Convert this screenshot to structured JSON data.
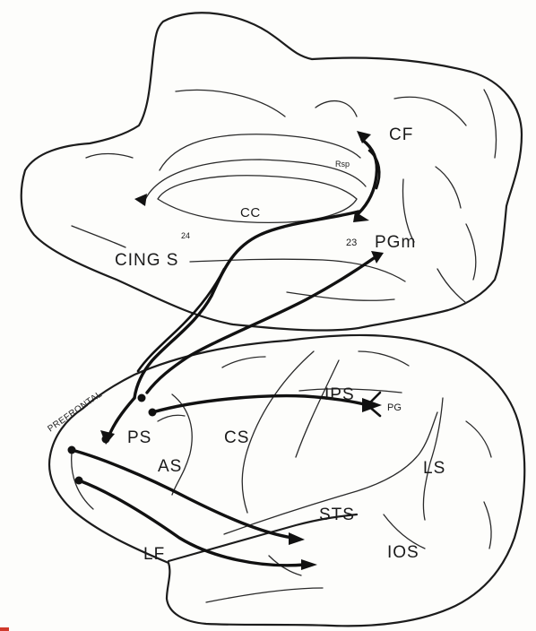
{
  "labels": {
    "cf": "CF",
    "rsp": "Rsp",
    "cc": "CC",
    "area24": "24",
    "cing_s": "CING S",
    "area23": "23",
    "pgm": "PGm",
    "prefrontal": "PREFRONTAL",
    "ips": "IPS",
    "pg": "PG",
    "ps": "PS",
    "cs": "CS",
    "as": "AS",
    "ls": "LS",
    "sts": "STS",
    "ios": "IOS",
    "lf": "LF"
  },
  "colors": {
    "ink": "#111111",
    "paper": "#fdfdfb",
    "corner_mark": "#d0392b"
  }
}
